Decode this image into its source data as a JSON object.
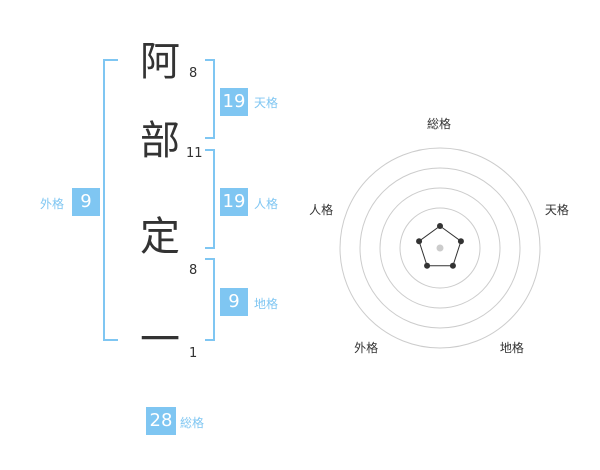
{
  "name": {
    "characters": [
      {
        "char": "阿",
        "strokes": "8"
      },
      {
        "char": "部",
        "strokes": "11"
      },
      {
        "char": "定",
        "strokes": "8"
      },
      {
        "char": "一",
        "strokes": "1"
      }
    ]
  },
  "kakusu": {
    "tenkaku": {
      "value": "19",
      "label": "天格"
    },
    "jinkaku": {
      "value": "19",
      "label": "人格"
    },
    "chikaku": {
      "value": "9",
      "label": "地格"
    },
    "gaikaku": {
      "value": "9",
      "label": "外格"
    },
    "soukaku": {
      "value": "28",
      "label": "総格"
    }
  },
  "chart_data": {
    "type": "radar",
    "axes": [
      "総格",
      "天格",
      "地格",
      "外格",
      "人格"
    ],
    "values": [
      1,
      1,
      1,
      1,
      1
    ],
    "rlim": [
      0,
      5
    ],
    "rings": 4,
    "colors": {
      "ring": "#cccccc",
      "series_stroke": "#333333",
      "series_fill": "#ffffff",
      "center_dot": "#cccccc",
      "accent": "#7fc6f2"
    }
  }
}
